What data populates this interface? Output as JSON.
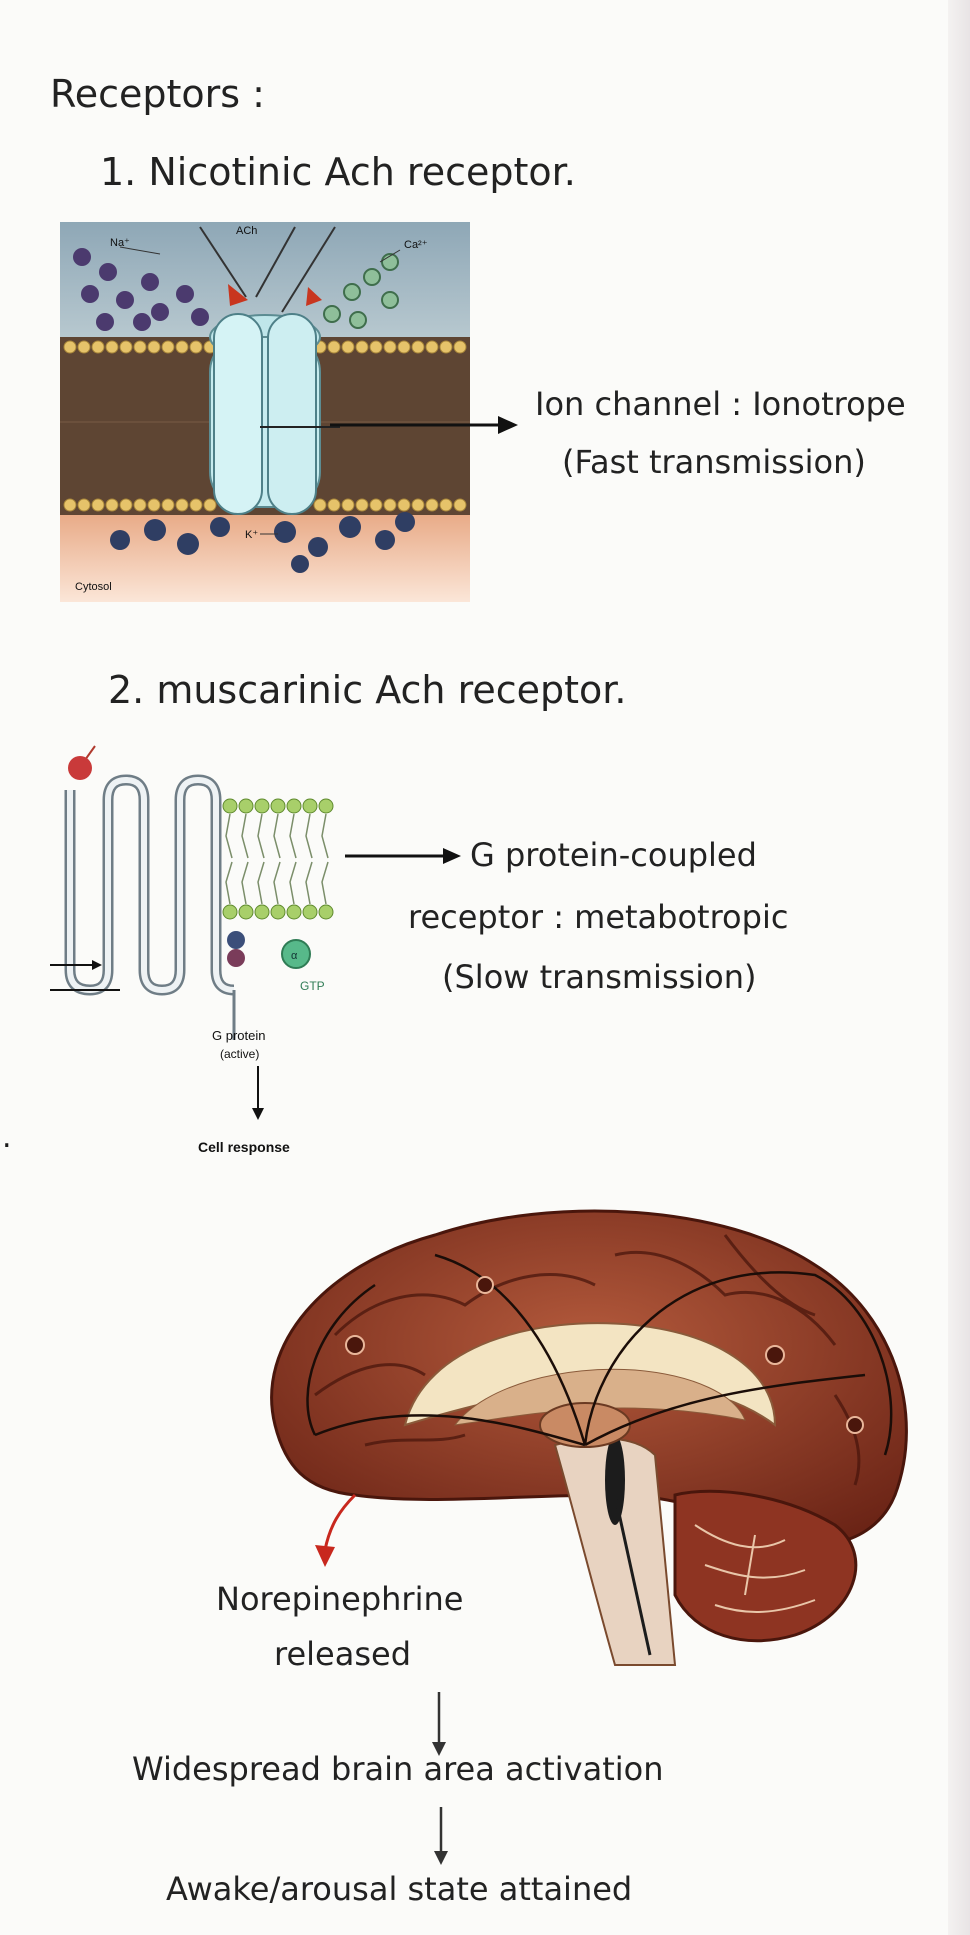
{
  "heading": "Receptors :",
  "nicotinic": {
    "title": "1. Nicotinic Ach receptor.",
    "diagram": {
      "na": "Na⁺",
      "ach": "ACh",
      "ca": "Ca²⁺",
      "k": "K⁺",
      "cytosol": "Cytosol"
    },
    "note_line1": "Ion channel : Ionotrope",
    "note_line2": "(Fast transmission)"
  },
  "muscarinic": {
    "title": "2. muscarinic Ach receptor.",
    "diagram": {
      "alpha": "α",
      "gtp": "GTP",
      "gprotein": "G protein",
      "active": "(active)",
      "cell_response": "Cell response"
    },
    "note_line1": "G protein-coupled",
    "note_line2": "receptor : metabotropic",
    "note_line3": "(Slow transmission)"
  },
  "brain": {
    "release_line1": "Norepinephrine",
    "release_line2": "released",
    "step2": "Widespread brain area activation",
    "step3": "Awake/arousal state attained"
  }
}
